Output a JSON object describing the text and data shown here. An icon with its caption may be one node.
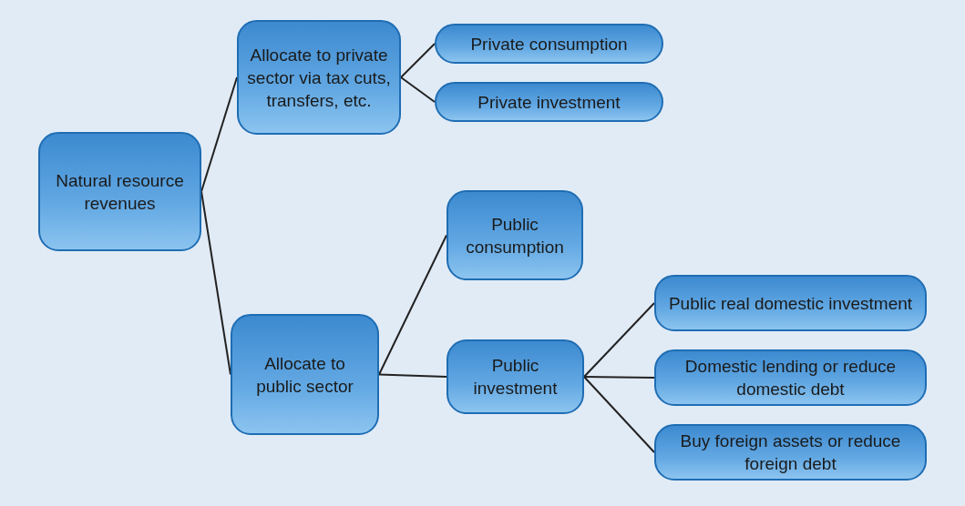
{
  "diagram": {
    "nodes": [
      {
        "text": [
          "Natural resource revenues"
        ]
      },
      {
        "text": [
          "Allocate to private sector via tax cuts, transfers, etc."
        ]
      },
      {
        "text": [
          "Private consumption"
        ]
      },
      {
        "text": [
          "Private investment"
        ]
      },
      {
        "text": [
          "Allocate to public sector"
        ]
      },
      {
        "text": [
          "Public consumption"
        ]
      },
      {
        "text": [
          "Public investment"
        ]
      },
      {
        "text": [
          "Public real domestic investment"
        ]
      },
      {
        "text": [
          "Domestic lending or reduce domestic debt"
        ]
      },
      {
        "text": [
          "Buy foreign assets or reduce foreign debt"
        ]
      }
    ],
    "edges": [
      {
        "from": 0,
        "to": 1,
        "arrow": "none"
      },
      {
        "from": 0,
        "to": 4,
        "arrow": "none"
      },
      {
        "from": 1,
        "to": 2,
        "arrow": "none"
      },
      {
        "from": 1,
        "to": 3,
        "arrow": "none"
      },
      {
        "from": 4,
        "to": 5,
        "arrow": "none"
      },
      {
        "from": 4,
        "to": 6,
        "arrow": "none"
      },
      {
        "from": 6,
        "to": 7,
        "arrow": "none"
      },
      {
        "from": 6,
        "to": 8,
        "arrow": "none"
      },
      {
        "from": 6,
        "to": 9,
        "arrow": "none"
      }
    ]
  }
}
